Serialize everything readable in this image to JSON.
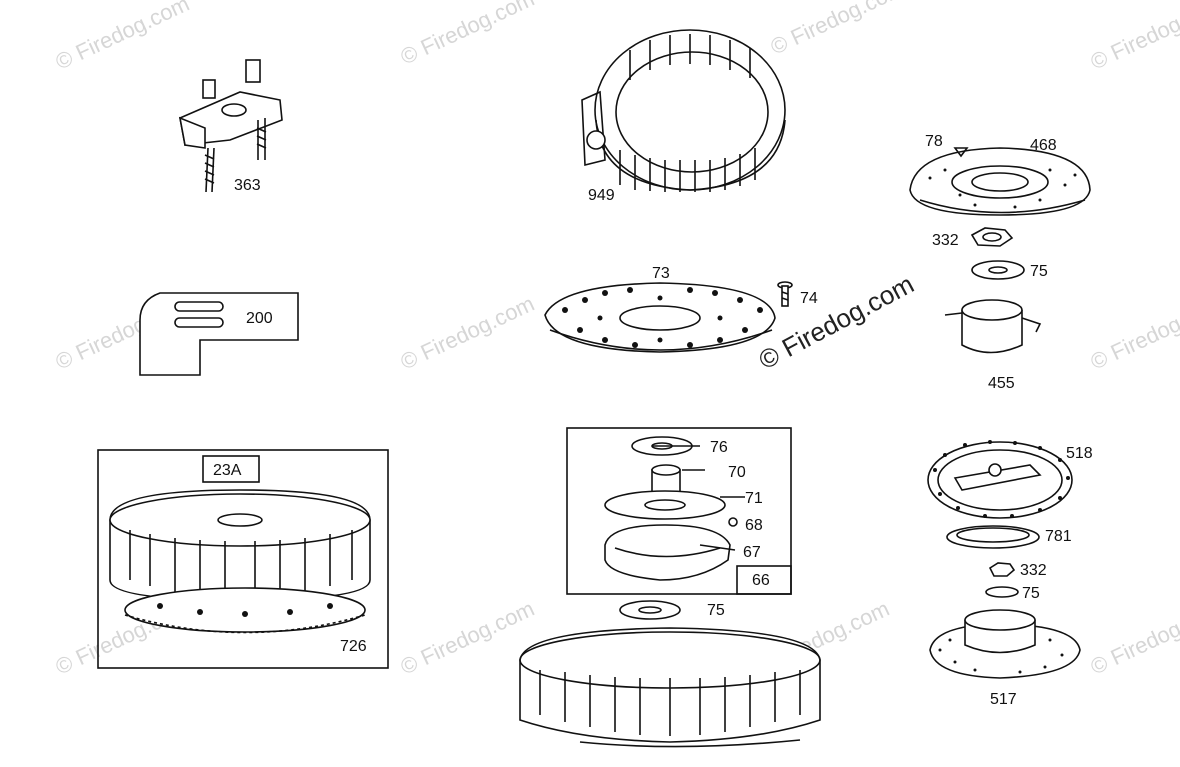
{
  "watermark": {
    "text": "© Firedog.com",
    "main_text": "© Firedog.com"
  },
  "parts": {
    "p363": "363",
    "p949": "949",
    "p78": "78",
    "p468": "468",
    "p332a": "332",
    "p75a": "75",
    "p455": "455",
    "p200": "200",
    "p73": "73",
    "p74": "74",
    "p23A": "23A",
    "p726": "726",
    "p76": "76",
    "p70": "70",
    "p71": "71",
    "p68": "68",
    "p67": "67",
    "p66": "66",
    "p75b": "75",
    "p518": "518",
    "p781": "781",
    "p332b": "332",
    "p75c": "75",
    "p517": "517"
  }
}
